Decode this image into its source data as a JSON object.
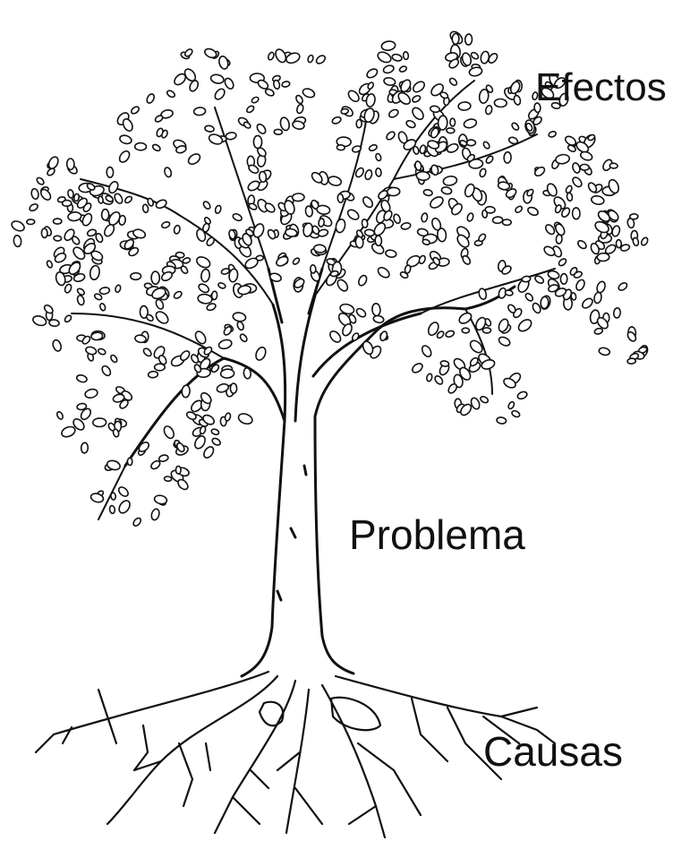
{
  "labels": {
    "effects": "Efectos",
    "problem": "Problema",
    "causes": "Causas"
  },
  "colors": {
    "ink": "#111111",
    "background": "#ffffff"
  }
}
